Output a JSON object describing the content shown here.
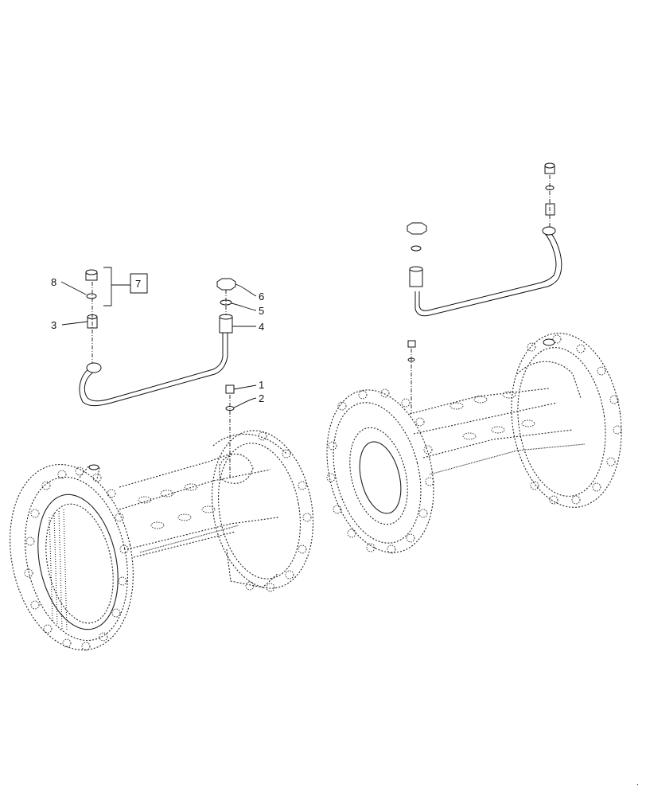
{
  "callouts": {
    "c1": "1",
    "c2": "2",
    "c3": "3",
    "c4": "4",
    "c5": "5",
    "c6": "6",
    "c7": "7",
    "c8": "8"
  },
  "mark": "`"
}
